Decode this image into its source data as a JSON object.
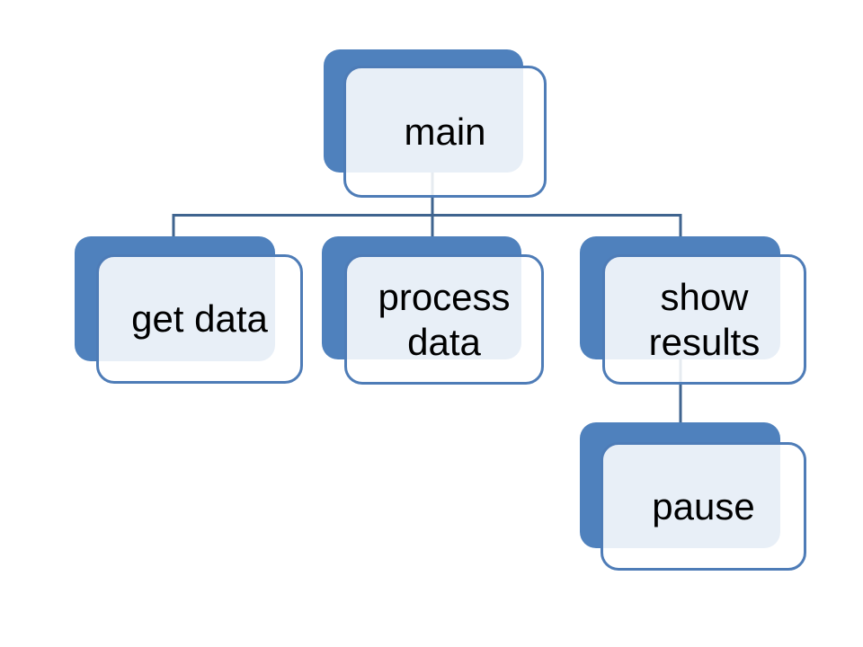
{
  "diagram": {
    "type": "hierarchy",
    "nodes": [
      {
        "id": "main",
        "label": "main",
        "parent": null
      },
      {
        "id": "get-data",
        "label": "get data",
        "parent": "main"
      },
      {
        "id": "process-data",
        "label": "process data",
        "parent": "main"
      },
      {
        "id": "show-results",
        "label": "show results",
        "parent": "main"
      },
      {
        "id": "pause",
        "label": "pause",
        "parent": "show-results"
      }
    ],
    "colors": {
      "accent_fill": "#4F81BD",
      "box_border": "#4E7CB7",
      "box_fill_tint": "#E9EDF6",
      "connector": "#3F648F",
      "background": "#FFFFFF",
      "text": "#000000"
    }
  }
}
